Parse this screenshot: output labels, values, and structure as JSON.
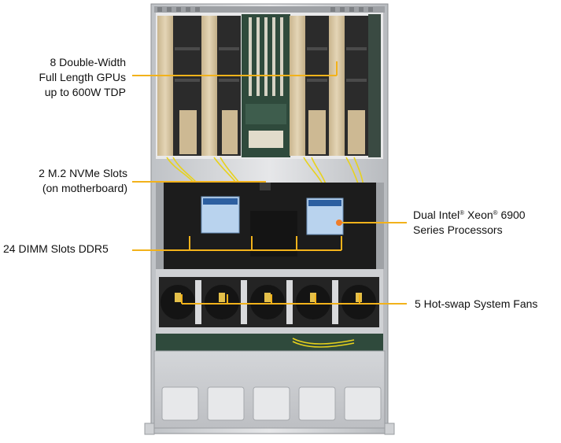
{
  "callouts": {
    "gpus": {
      "line1": "8 Double-Width",
      "line2": "Full Length GPUs",
      "line3": "up to 600W TDP"
    },
    "nvme": {
      "line1": "2 M.2  NVMe Slots",
      "line2": "(on motherboard)"
    },
    "dimm": {
      "line1": "24 DIMM Slots DDR5"
    },
    "cpu": {
      "line1_a": "Dual Intel",
      "line1_b": " Xeon",
      "line1_c": " 6900",
      "registered_mark": "®",
      "line2": "Series Processors"
    },
    "fans": {
      "line1": "5 Hot-swap System Fans"
    }
  },
  "colors": {
    "callout_line": "#f2b21b",
    "chassis_metal": "#d9dadc",
    "gpu_card": "#d8c6a4",
    "gpu_dark": "#2b2b2b",
    "cpu_heatsink": "#b9d3ee",
    "fan_body": "#1e1e1e",
    "board_green": "#2f4a3c"
  }
}
